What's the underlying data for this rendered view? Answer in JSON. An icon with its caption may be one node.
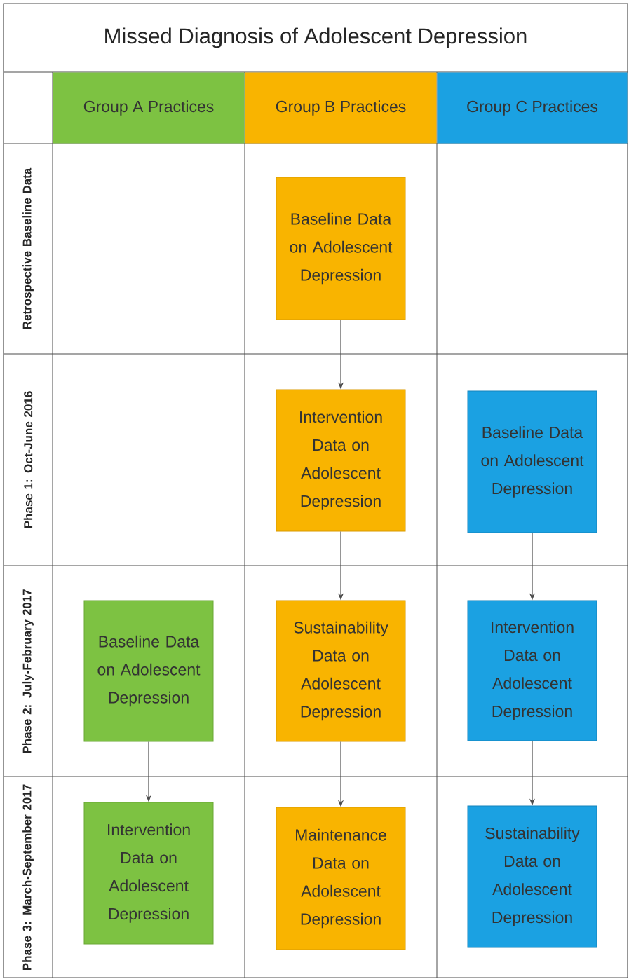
{
  "diagram": {
    "title": "Missed Diagnosis of Adolescent Depression",
    "nodes": [
      {
        "text": [
          "Group A Practices"
        ]
      },
      {
        "text": [
          "Group B Practices"
        ]
      },
      {
        "text": [
          "Group C Practices"
        ]
      },
      {
        "text": [
          "Baseline Data on Adolescent Depression"
        ]
      },
      {
        "text": [
          "Intervention Data on Adolescent Depression"
        ]
      },
      {
        "text": [
          "Baseline Data on Adolescent Depression"
        ]
      },
      {
        "text": [
          "Baseline Data on Adolescent Depression"
        ]
      },
      {
        "text": [
          "Sustainability Data on Adolescent Depression"
        ]
      },
      {
        "text": [
          "Intervention Data on Adolescent Depression"
        ]
      },
      {
        "text": [
          "Intervention Data on Adolescent Depression"
        ]
      },
      {
        "text": [
          "Maintenance Data on Adolescent Depression"
        ]
      },
      {
        "text": [
          "Sustainability Data on Adolescent Depression"
        ]
      }
    ],
    "edges": [
      {
        "from": 3,
        "to": 4,
        "arrow": "to"
      },
      {
        "from": 4,
        "to": 7,
        "arrow": "to"
      },
      {
        "from": 5,
        "to": 8,
        "arrow": "to"
      },
      {
        "from": 6,
        "to": 9,
        "arrow": "to"
      },
      {
        "from": 7,
        "to": 10,
        "arrow": "to"
      },
      {
        "from": 8,
        "to": 11,
        "arrow": "to"
      }
    ],
    "labels": [
      "Retrospective Baseline Data",
      "Phase 1: Oct-June 2016",
      "Phase 2: July-February 2017",
      "Phase 3: March-September 2017"
    ]
  }
}
